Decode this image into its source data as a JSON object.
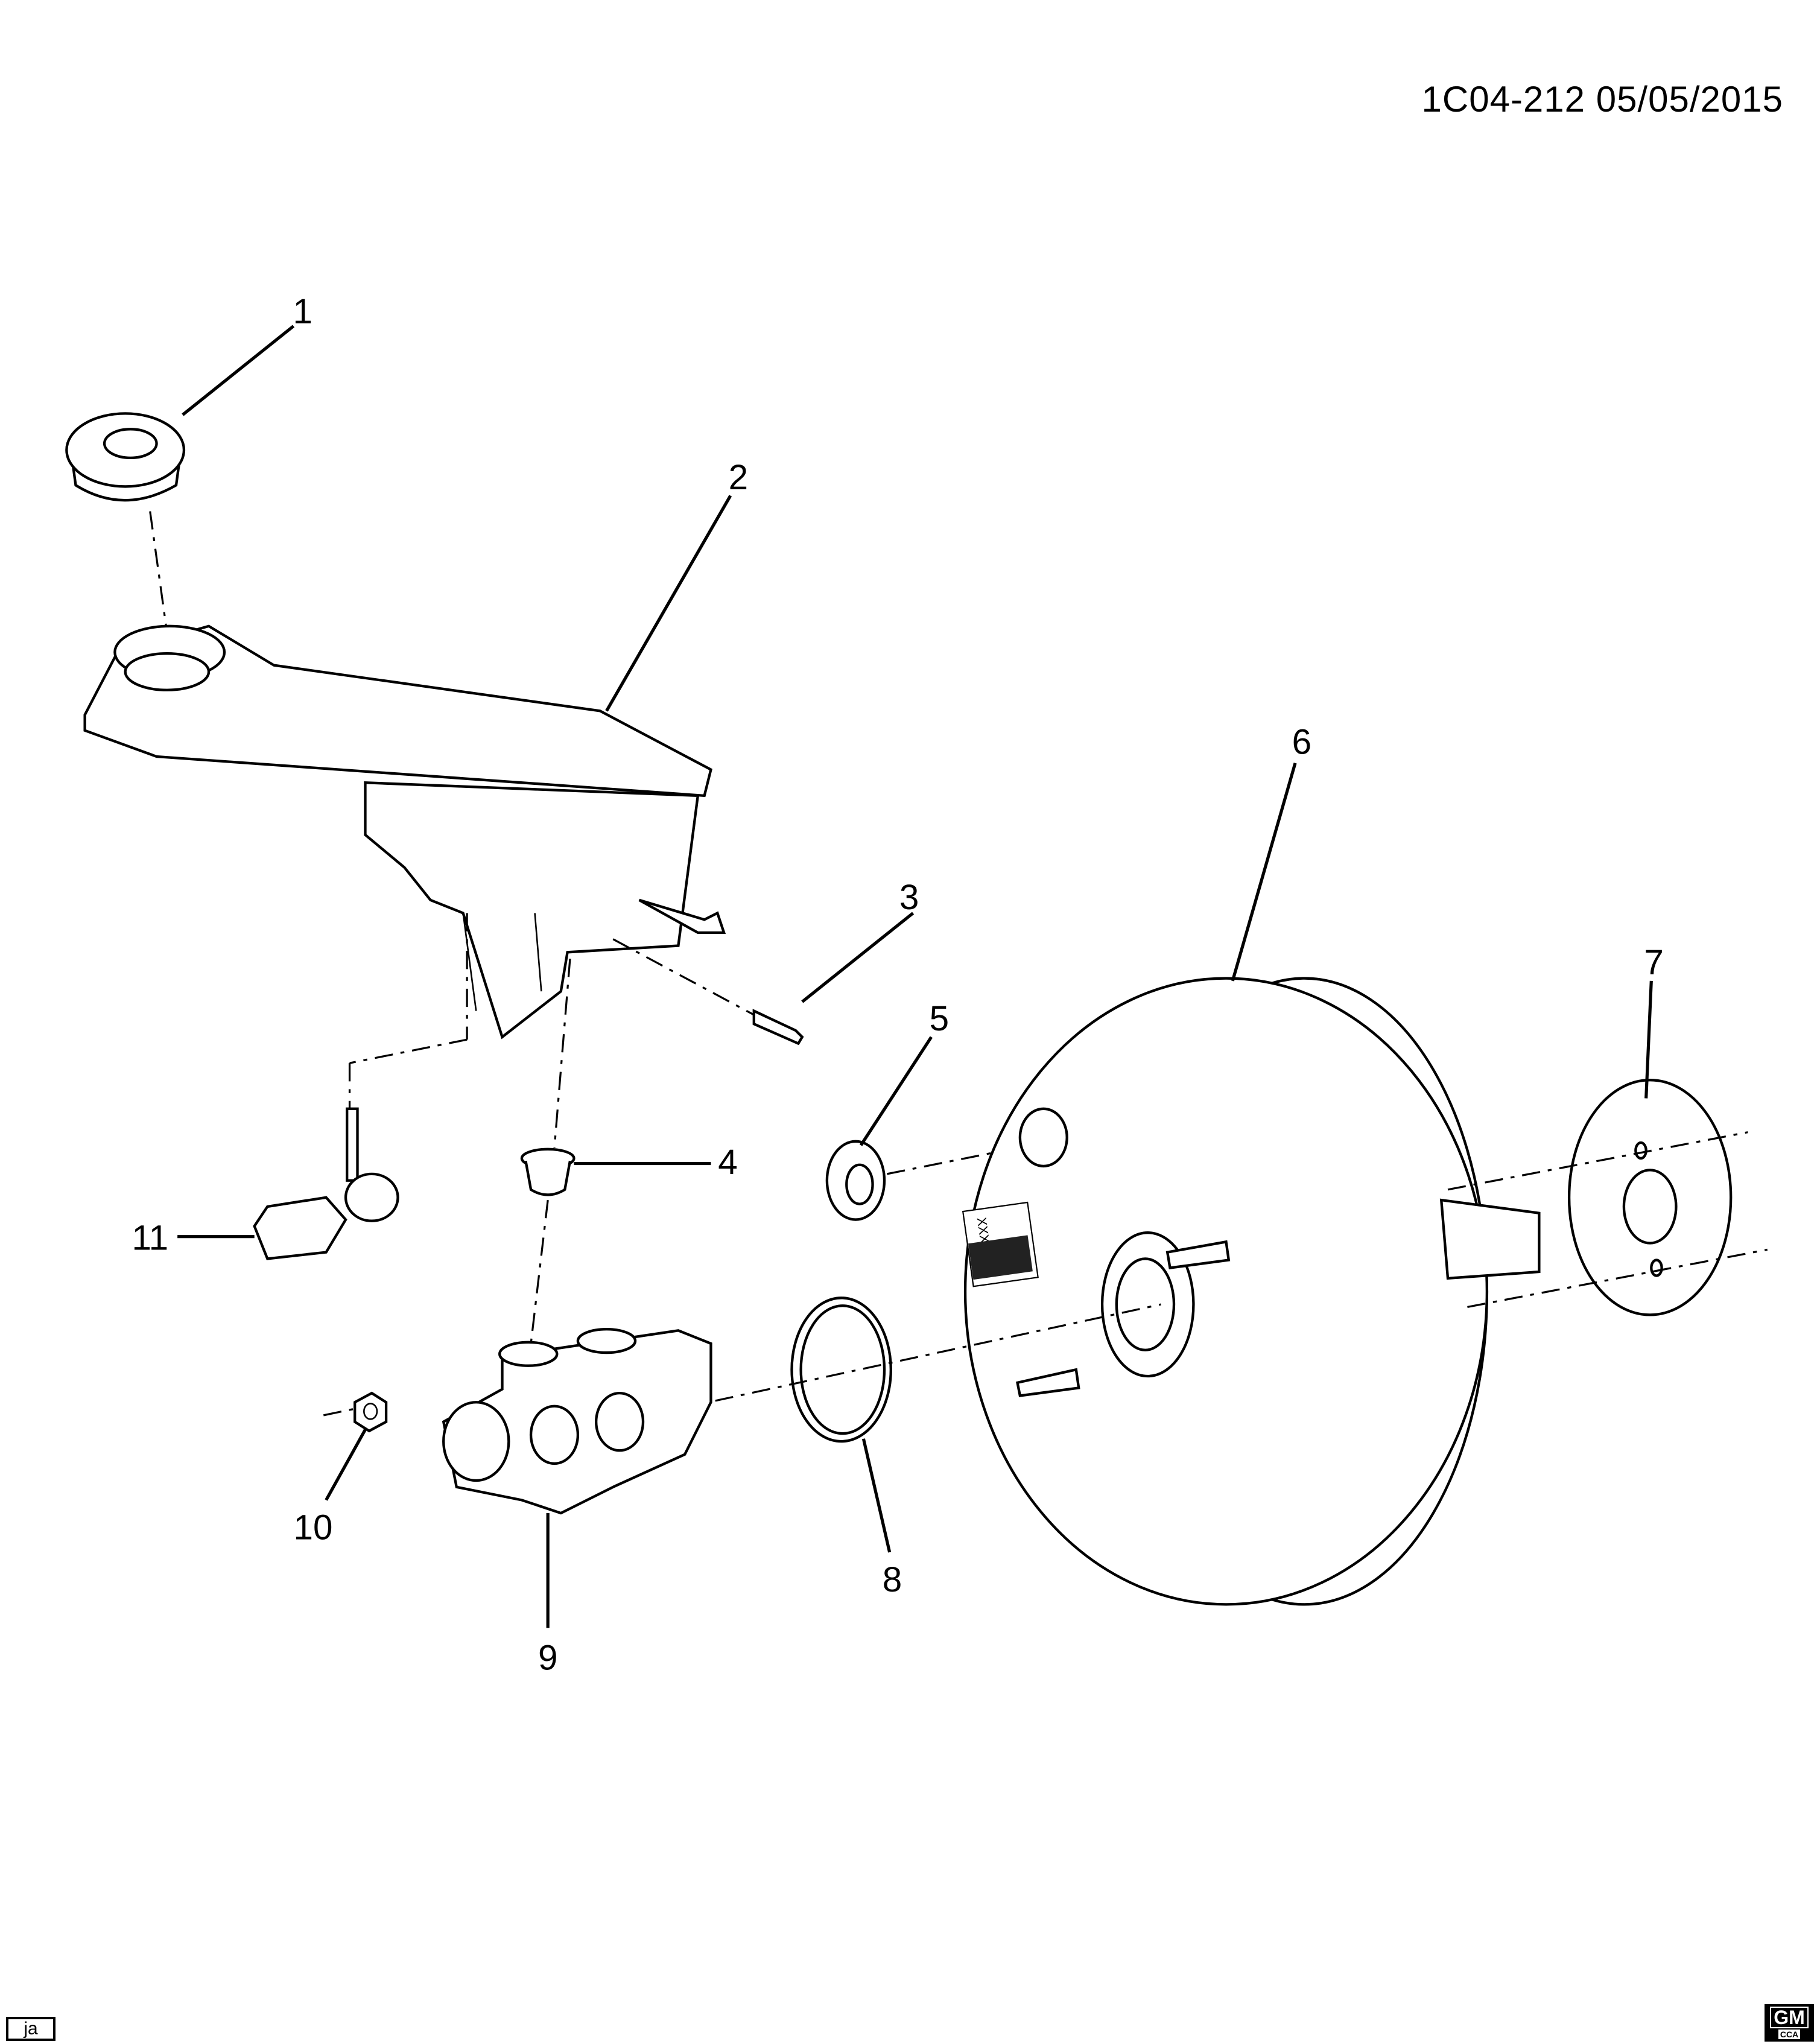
{
  "header": {
    "doc_id": "1C04-212  05/05/2015"
  },
  "footer": {
    "illustrator_initials": "ja",
    "logo": {
      "brand": "GM",
      "sub": "CCA"
    }
  },
  "callouts": [
    "1",
    "2",
    "3",
    "4",
    "5",
    "6",
    "7",
    "8",
    "9",
    "10",
    "11"
  ],
  "labels": {
    "booster_label": "XXXX"
  }
}
